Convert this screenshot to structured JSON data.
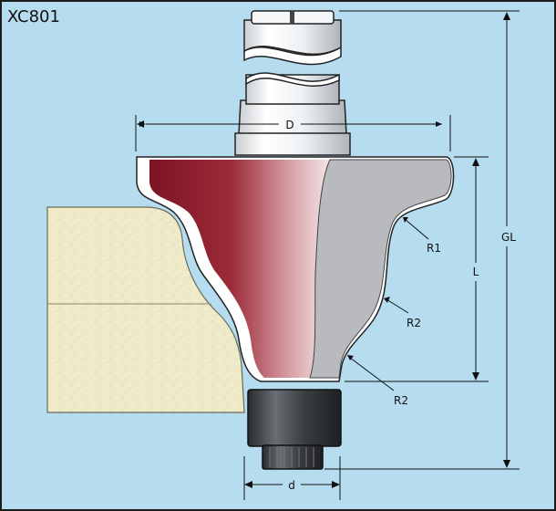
{
  "title": "XC801",
  "labels": {
    "diameter": "D",
    "bearing_diameter": "d",
    "cutting_length": "L",
    "overall_length": "GL",
    "radius_1": "R1",
    "radius_2_upper": "R2",
    "radius_2_lower": "R2"
  },
  "colors": {
    "background": "#b6dcf0",
    "border": "#1b1b1b",
    "cutter_red": "#8a1c2a",
    "carbide_gray": "#b8babd",
    "shank": "#e9ecef",
    "bearing": "#3a3d42",
    "workpiece": "#eee9c6"
  }
}
